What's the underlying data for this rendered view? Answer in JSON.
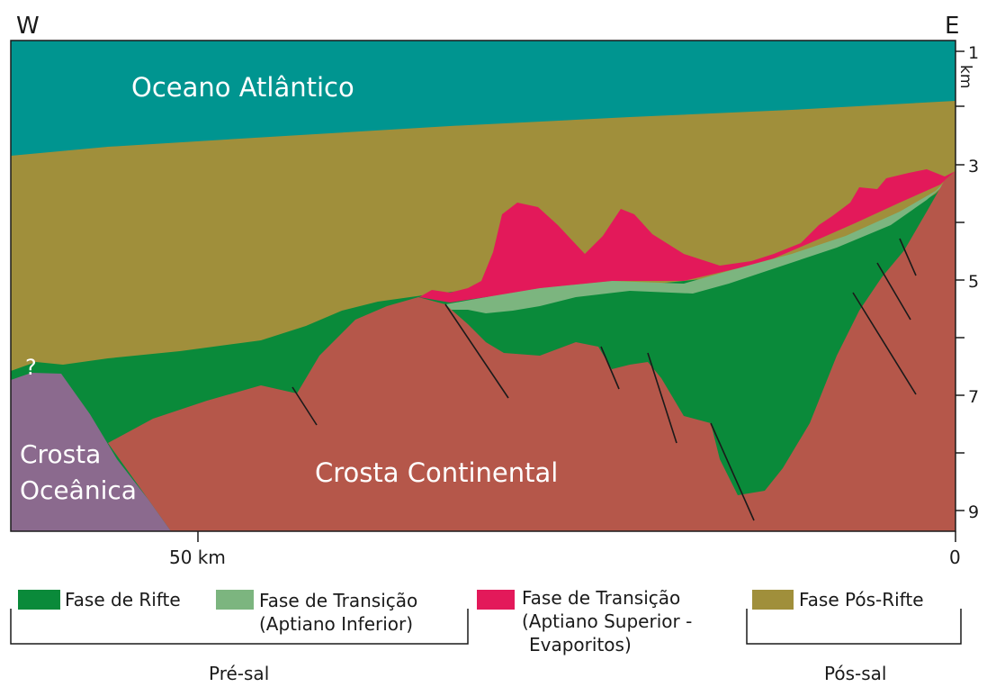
{
  "orientation": {
    "west": "W",
    "east": "E"
  },
  "depth_axis": {
    "ticks": [
      "1",
      "3",
      "5",
      "7",
      "9"
    ],
    "unit": "km"
  },
  "distance_axis": {
    "ticks": [
      "50 km",
      "0"
    ]
  },
  "regions": {
    "ocean": "Oceano Atlântico",
    "oceanic_crust_line1": "Crosta",
    "oceanic_crust_line2": "Oceânica",
    "continental_crust": "Crosta Continental",
    "question": "?"
  },
  "legend": [
    {
      "lines": [
        "Fase de Rifte"
      ],
      "color": "#0a8a3a"
    },
    {
      "lines": [
        "Fase de Transição",
        "(Aptiano Inferior)"
      ],
      "color": "#7cb57f"
    },
    {
      "lines": [
        "Fase de Transição",
        "(Aptiano Superior -",
        "Evaporitos)"
      ],
      "color": "#e3195a"
    },
    {
      "lines": [
        "Fase Pós-Rifte"
      ],
      "color": "#a08f3b"
    }
  ],
  "groups": {
    "pre_salt": "Pré-sal",
    "post_salt": "Pós-sal"
  },
  "colors": {
    "ocean": "#009590",
    "post_rift": "#a08f3b",
    "rift": "#0a8a3a",
    "transition_lower": "#7cb57f",
    "evaporites": "#e3195a",
    "continental_crust": "#b5574a",
    "oceanic_crust": "#8b6a8e"
  }
}
